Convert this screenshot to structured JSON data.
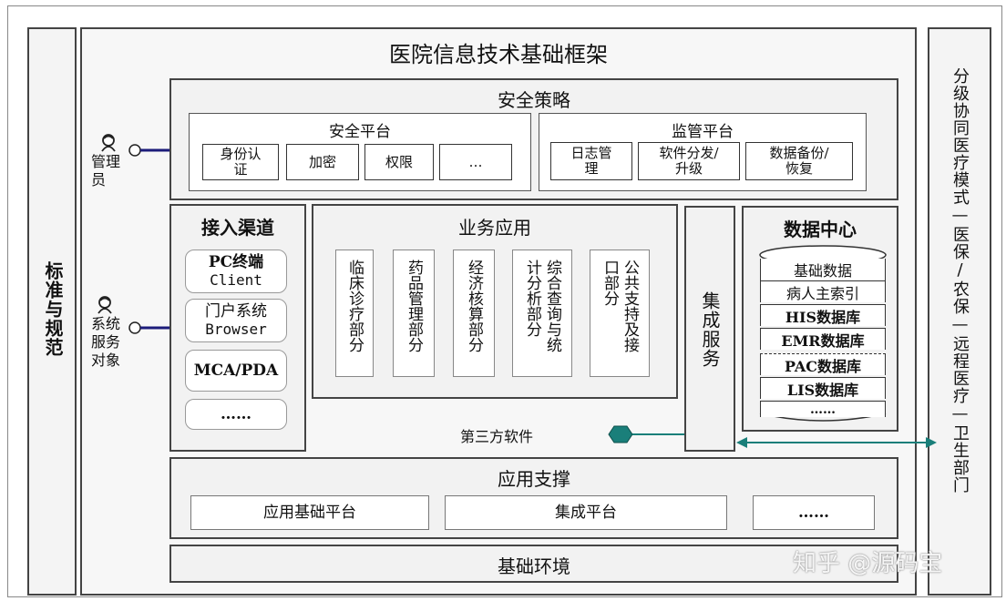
{
  "title": "医院信息技术基础框架",
  "left_column": "标准与规范",
  "right_column": "分级协同医疗模式—医保/农保—远程医疗—卫生部门",
  "actors": [
    {
      "label": "管理\n员"
    },
    {
      "label": "系统\n服务\n对象"
    }
  ],
  "security": {
    "title": "安全策略",
    "platform_security": {
      "title": "安全平台",
      "items": [
        "身份认\n证",
        "加密",
        "权限",
        "…"
      ]
    },
    "platform_supervision": {
      "title": "监管平台",
      "items": [
        "日志管\n理",
        "软件分发/\n升级",
        "数据备份/\n恢复"
      ]
    }
  },
  "access": {
    "title": "接入渠道",
    "items": [
      {
        "line1": "PC终端",
        "line2": "Client"
      },
      {
        "line1": "门户系统",
        "line2": "Browser"
      },
      {
        "line1": "MCA/PDA",
        "line2": ""
      },
      {
        "line1": "……",
        "line2": ""
      }
    ]
  },
  "business": {
    "title": "业务应用",
    "columns": [
      "临床诊疗部分",
      "药品管理部分",
      "经济核算部分",
      "综合查询与统计分析部分",
      "公共支持及接口部分"
    ]
  },
  "integration_service": "集成服务",
  "third_party": "第三方软件",
  "data_center": {
    "title": "数据中心",
    "items": [
      "基础数据",
      "病人主索引",
      "HIS数据库",
      "EMR数据库",
      "PAC数据库",
      "LIS数据库",
      "……"
    ]
  },
  "app_support": {
    "title": "应用支撑",
    "items": [
      "应用基础平台",
      "集成平台",
      "……"
    ]
  },
  "infrastructure": "基础环境",
  "watermark": "知乎 @源码宝",
  "colors": {
    "accent_teal": "#1a7f7a",
    "connector_navy": "#1c1c7a"
  }
}
